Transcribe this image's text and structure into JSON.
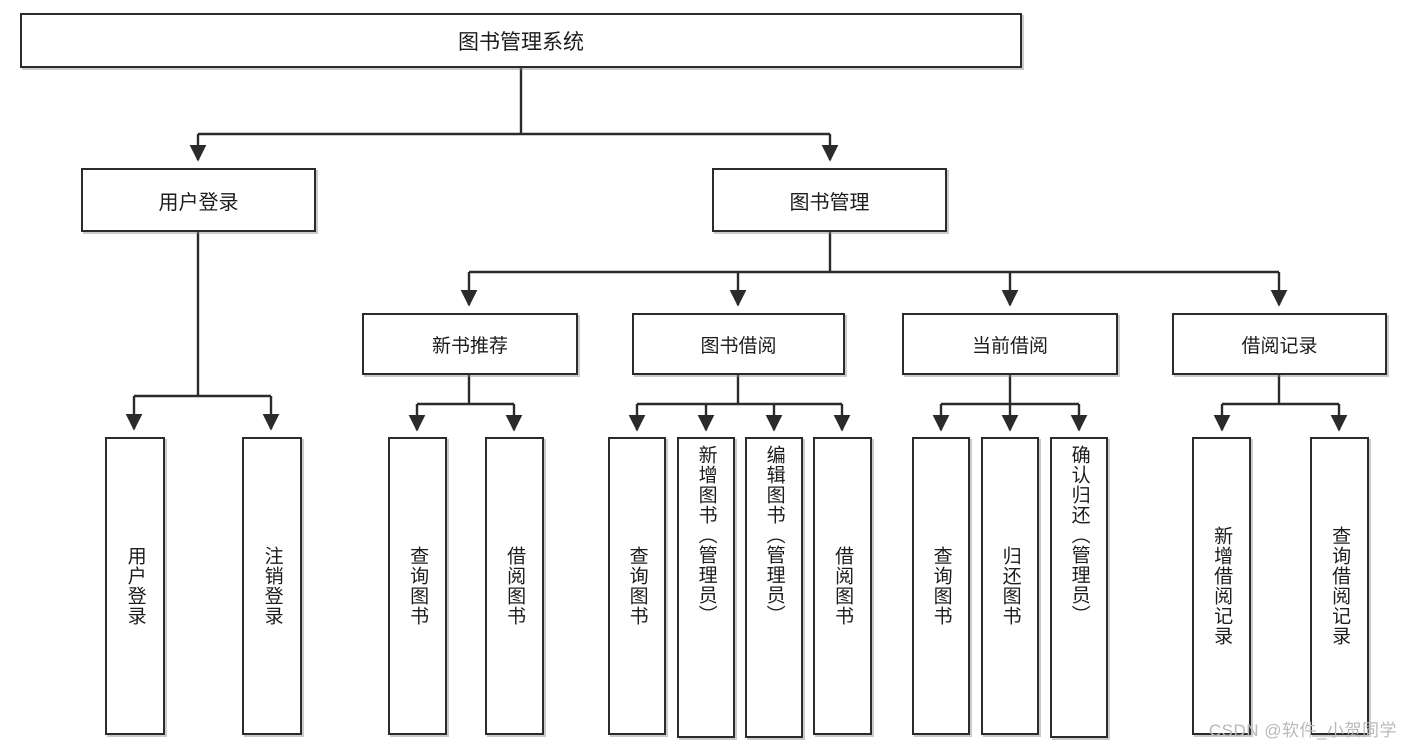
{
  "diagram": {
    "title": "图书管理系统",
    "root": {
      "label": "图书管理系统"
    },
    "level2": [
      {
        "label": "用户登录"
      },
      {
        "label": "图书管理"
      }
    ],
    "level3": [
      {
        "label": "新书推荐"
      },
      {
        "label": "图书借阅"
      },
      {
        "label": "当前借阅"
      },
      {
        "label": "借阅记录"
      }
    ],
    "leaves": {
      "user_login": [
        {
          "label": "用户登录"
        },
        {
          "label": "注销登录"
        }
      ],
      "new_book_recommend": [
        {
          "label": "查询图书"
        },
        {
          "label": "借阅图书"
        }
      ],
      "book_borrow": [
        {
          "label": "查询图书"
        },
        {
          "label": "新增图书（管理员）"
        },
        {
          "label": "编辑图书（管理员）"
        },
        {
          "label": "借阅图书"
        }
      ],
      "current_borrow": [
        {
          "label": "查询图书"
        },
        {
          "label": "归还图书"
        },
        {
          "label": "确认归还（管理员）"
        }
      ],
      "borrow_record": [
        {
          "label": "新增借阅记录"
        },
        {
          "label": "查询借阅记录"
        }
      ]
    }
  },
  "watermark": {
    "text": "CSDN @软件_小贺同学"
  },
  "colors": {
    "border": "#2b2b2b",
    "text": "#1c1c1c",
    "background": "#ffffff",
    "watermark": "#b9b9b9"
  }
}
